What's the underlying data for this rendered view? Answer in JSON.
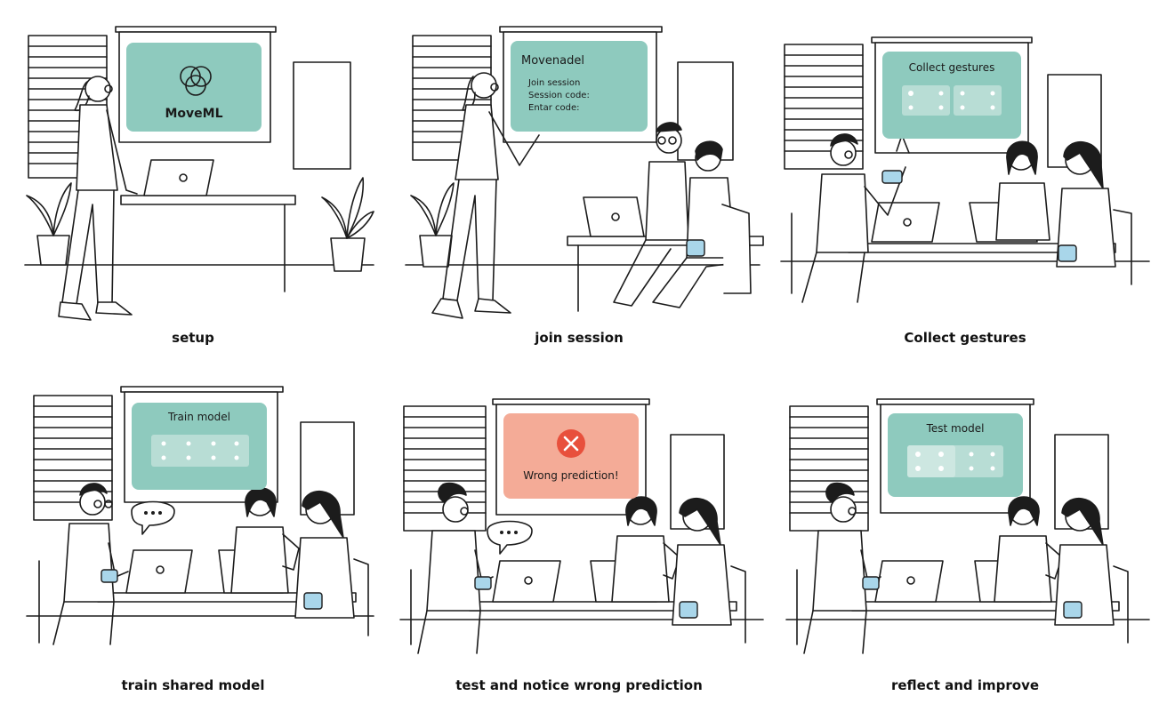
{
  "colors": {
    "screen_teal": "#8ecabe",
    "screen_error": "#f4ab97",
    "cuff_blue": "#a9d6ea",
    "error_icon": "#e8503c",
    "line": "#1c1c1c"
  },
  "panels": [
    {
      "caption": "setup",
      "screen": {
        "title": "MoveML",
        "icon": "three-circles-logo-icon"
      }
    },
    {
      "caption": "join session",
      "screen": {
        "title": "Movenadel",
        "lines": [
          "Join session",
          "Session code:",
          "Entar code:"
        ]
      }
    },
    {
      "caption": "Collect gestures",
      "screen": {
        "title": "Collect gestures"
      }
    },
    {
      "caption": "train shared model",
      "screen": {
        "title": "Train model"
      },
      "speech_bubble": "..."
    },
    {
      "caption": "test and notice wrong prediction",
      "screen": {
        "title": "Wrong prediction!",
        "icon": "x-circle-icon"
      },
      "speech_bubble": "..."
    },
    {
      "caption": "reflect and improve",
      "screen": {
        "title": "Test model"
      }
    }
  ]
}
